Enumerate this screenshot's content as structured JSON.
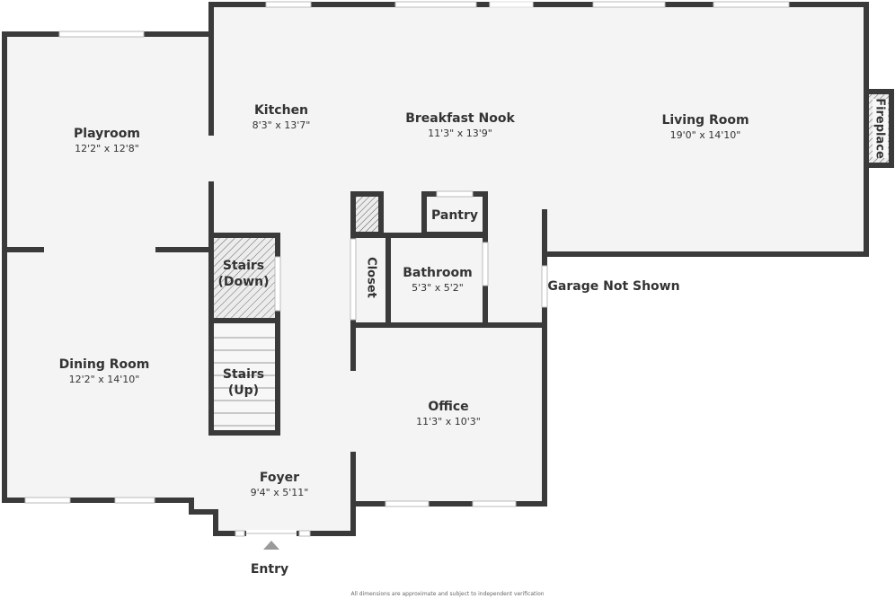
{
  "rooms": {
    "playroom": {
      "name": "Playroom",
      "dims": "12'2\" x 12'8\""
    },
    "kitchen": {
      "name": "Kitchen",
      "dims": "8'3\" x 13'7\""
    },
    "breakfast_nook": {
      "name": "Breakfast Nook",
      "dims": "11'3\" x 13'9\""
    },
    "living_room": {
      "name": "Living Room",
      "dims": "19'0\" x 14'10\""
    },
    "dining_room": {
      "name": "Dining Room",
      "dims": "12'2\" x 14'10\""
    },
    "office": {
      "name": "Office",
      "dims": "11'3\" x 10'3\""
    },
    "foyer": {
      "name": "Foyer",
      "dims": "9'4\" x 5'11\""
    },
    "bathroom": {
      "name": "Bathroom",
      "dims": "5'3\" x 5'2\""
    }
  },
  "labels": {
    "pantry": "Pantry",
    "closet": "Closet",
    "fireplace": "Fireplace",
    "stairs_down_1": "Stairs",
    "stairs_down_2": "(Down)",
    "stairs_up_1": "Stairs",
    "stairs_up_2": "(Up)",
    "garage": "Garage Not Shown",
    "entry": "Entry"
  },
  "footer": "All dimensions are approximate and subject to independent verification",
  "colors": {
    "wall": "#3a3a3a",
    "floor": "#f4f4f4",
    "window": "#ffffff",
    "text": "#333333",
    "entry_arrow": "#9a9a9a"
  }
}
